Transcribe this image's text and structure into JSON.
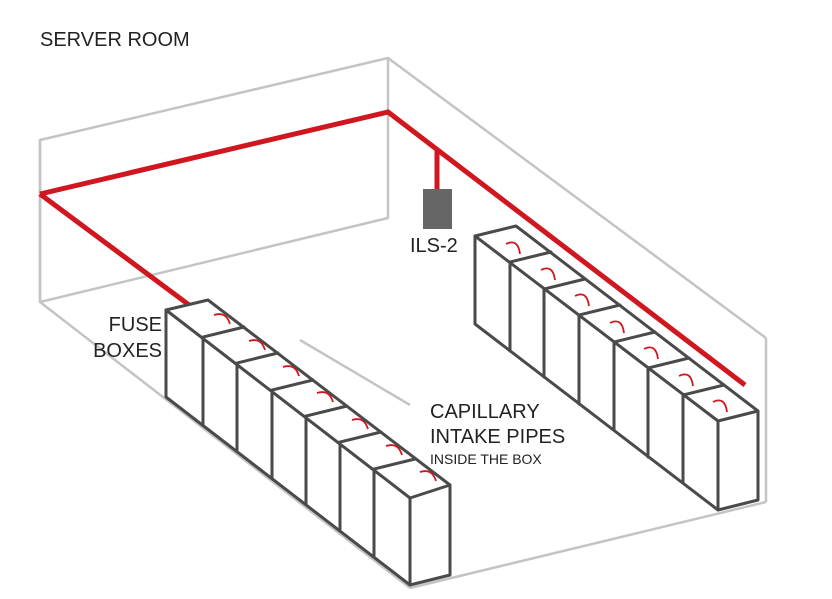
{
  "title": "SERVER ROOM",
  "labels": {
    "detector": "ILS-2",
    "fuse_line1": "FUSE",
    "fuse_line2": "BOXES",
    "capillary_line1": "CAPILLARY",
    "capillary_line2": "INTAKE PIPES",
    "capillary_line3": "INSIDE THE BOX"
  },
  "colors": {
    "pipe": "#d0161e",
    "room_outline": "#c4c4c4",
    "cabinet_outline": "#4a4a4a",
    "detector_unit": "#666666"
  },
  "cabinet_rows": [
    {
      "name": "left-row",
      "count": 7
    },
    {
      "name": "right-row",
      "count": 7
    }
  ]
}
